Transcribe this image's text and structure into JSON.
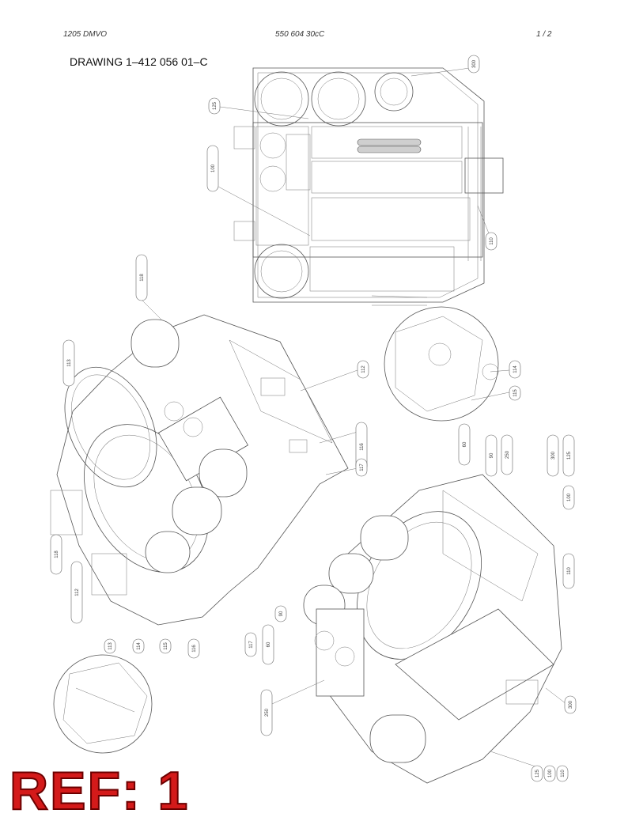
{
  "header": {
    "left": "1205 DMVO",
    "middle": "550 604 30cC",
    "page": "1 /  2"
  },
  "title": "DRAWING 1–412 056 01–C",
  "ref_stamp": "REF: 1",
  "callout_text": [
    "300",
    "125",
    "100",
    "110",
    "118",
    "112",
    "113",
    "114",
    "115",
    "116",
    "117",
    "60",
    "90",
    "250"
  ],
  "icons": [
    "technical-drawing",
    "part-callout-balloon"
  ]
}
